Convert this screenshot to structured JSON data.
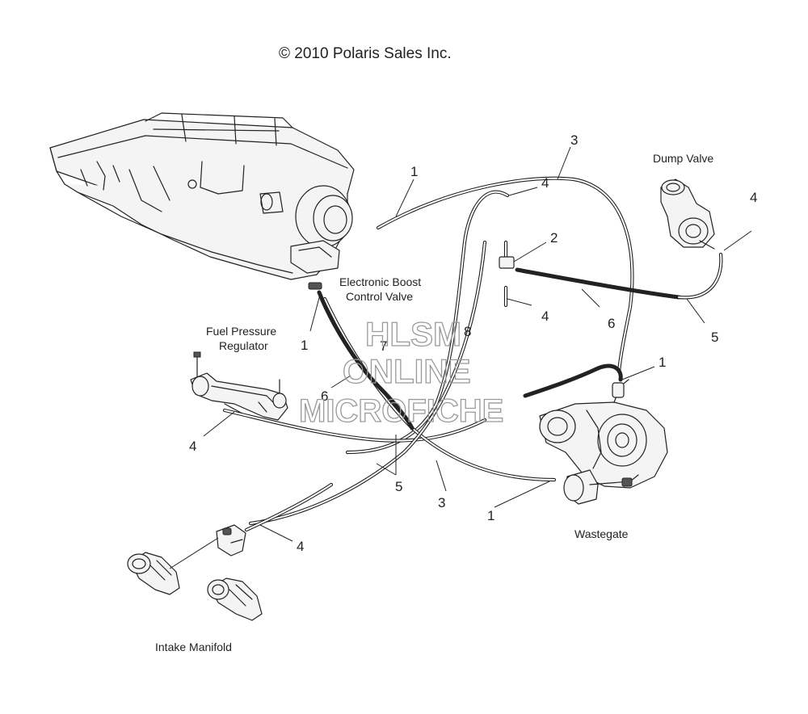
{
  "copyright": "© 2010 Polaris Sales Inc.",
  "watermark": {
    "line1": "HLSM",
    "line2": "ONLINE",
    "line3": "MICROFICHE"
  },
  "names": {
    "dump_valve": "Dump Valve",
    "boost_valve_1": "Electronic Boost",
    "boost_valve_2": "Control Valve",
    "fuel_reg_1": "Fuel Pressure",
    "fuel_reg_2": "Regulator",
    "wastegate": "Wastegate",
    "intake_manifold": "Intake Manifold"
  },
  "callouts": {
    "c1_top": "1",
    "c3_top": "3",
    "c4_top": "4",
    "c4_dump": "4",
    "c2": "2",
    "c4_mid": "4",
    "c6_right": "6",
    "c5_right": "5",
    "c1_boost": "1",
    "c7": "7",
    "c8": "8",
    "c6_left": "6",
    "c1_turbo": "1",
    "c4_fuel": "4",
    "c5_bottom": "5",
    "c3_bottom": "3",
    "c1_bottom": "1",
    "c4_bottom": "4"
  },
  "icons": {
    "airbox": "airbox-assembly-icon",
    "dump_valve": "dump-valve-icon",
    "boost_valve": "boost-control-valve-icon",
    "fuel_regulator": "fuel-rail-regulator-icon",
    "turbo": "turbocharger-icon",
    "intake": "intake-manifold-icon",
    "sensor": "map-sensor-icon"
  }
}
